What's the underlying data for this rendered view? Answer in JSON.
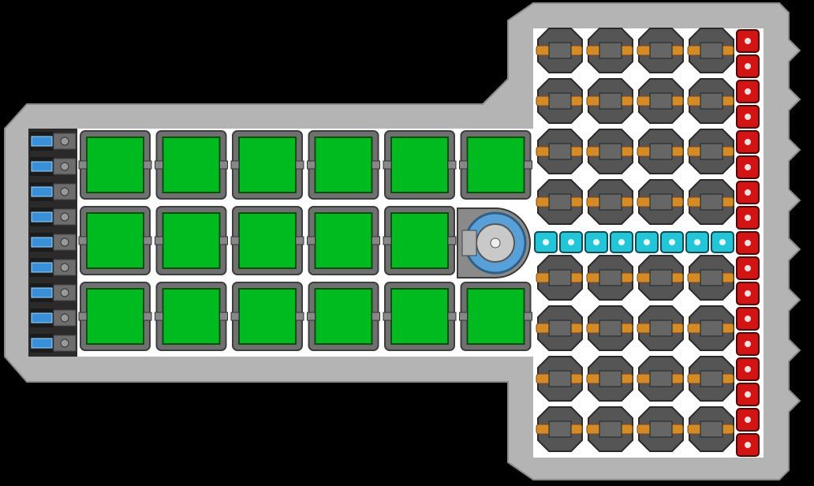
{
  "scene": {
    "type": "spaceship-layout",
    "view": "top-down",
    "background": "#000000"
  },
  "colors": {
    "hull": "#b4b4b4",
    "hull_outline": "#8a8a8a",
    "interior": "#ffffff",
    "cargo": "#00bb1f",
    "cargo_frame": "#707070",
    "thruster": "#3a8fd8",
    "gun_body": "#555555",
    "gun_barrel": "#d38b2a",
    "block_red": "#d21414",
    "block_cyan": "#23c5d9",
    "cockpit": "#5aa0d8"
  },
  "modules": {
    "cargo_grid": {
      "rows": 3,
      "cols": 6,
      "missing": [
        [
          1,
          5
        ]
      ]
    },
    "thrusters": {
      "count": 9
    },
    "cockpit": {
      "count": 1
    },
    "turret_grid": {
      "rows": 8,
      "cols": 4
    },
    "red_blocks": {
      "count": 17
    },
    "cyan_blocks": {
      "count": 8
    }
  }
}
